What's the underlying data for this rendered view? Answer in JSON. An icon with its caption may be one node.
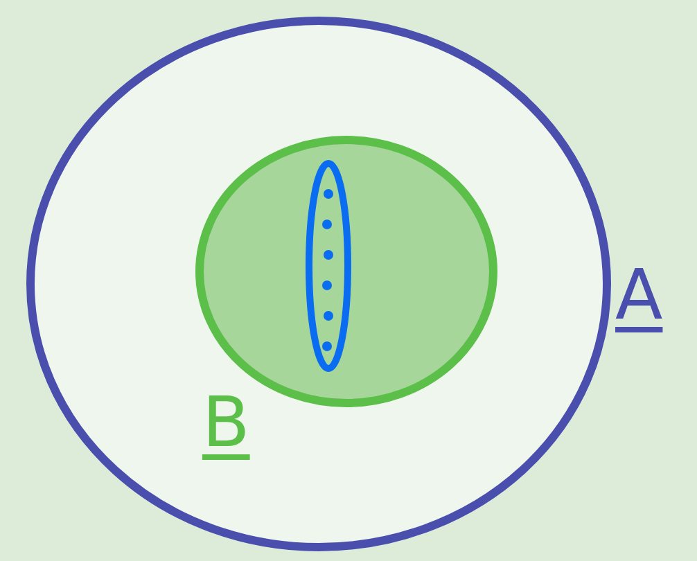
{
  "diagram": {
    "nodes": [
      {
        "text": [
          "A"
        ]
      },
      {
        "text": [
          "B"
        ],
        "in": 0
      },
      {
        "text": [],
        "shape": "ellipse",
        "in": 1
      }
    ]
  }
}
